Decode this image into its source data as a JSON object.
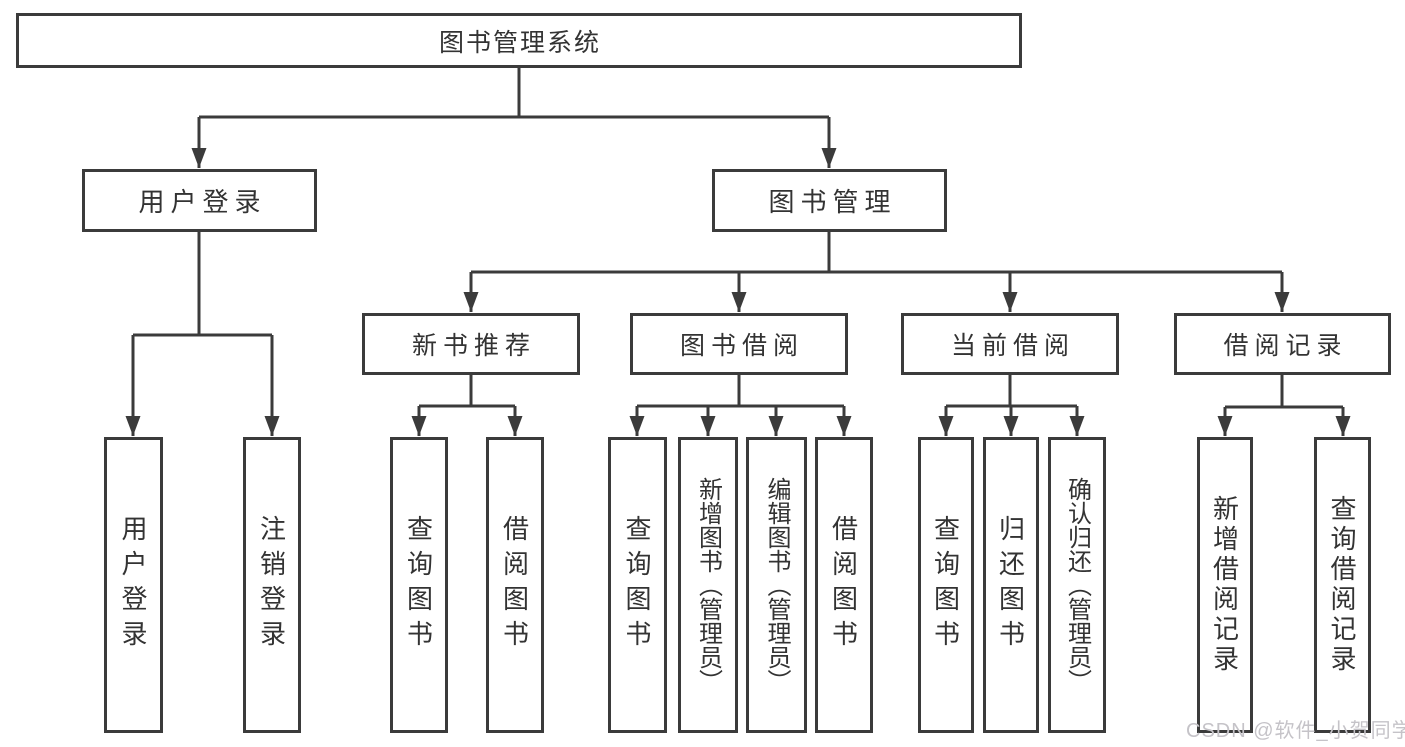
{
  "colors": {
    "line": "#3b3b3b",
    "box_border": "#3b3b3b",
    "box_background": "#ffffff",
    "text": "#333333",
    "watermark": "#c5c3c8"
  },
  "watermark": {
    "text": "CSDN @软件_小贺同学"
  },
  "tree": {
    "root": {
      "label": "图书管理系统"
    },
    "children": [
      {
        "label": "用户登录",
        "children": [
          {
            "label": "用户登录"
          },
          {
            "label": "注销登录"
          }
        ]
      },
      {
        "label": "图书管理",
        "children": [
          {
            "label": "新书推荐",
            "children": [
              {
                "label": "查询图书"
              },
              {
                "label": "借阅图书"
              }
            ]
          },
          {
            "label": "图书借阅",
            "children": [
              {
                "label": "查询图书"
              },
              {
                "label": "新增图书（管理员）"
              },
              {
                "label": "编辑图书（管理员）"
              },
              {
                "label": "借阅图书"
              }
            ]
          },
          {
            "label": "当前借阅",
            "children": [
              {
                "label": "查询图书"
              },
              {
                "label": "归还图书"
              },
              {
                "label": "确认归还（管理员）"
              }
            ]
          },
          {
            "label": "借阅记录",
            "children": [
              {
                "label": "新增借阅记录"
              },
              {
                "label": "查询借阅记录"
              }
            ]
          }
        ]
      }
    ]
  }
}
